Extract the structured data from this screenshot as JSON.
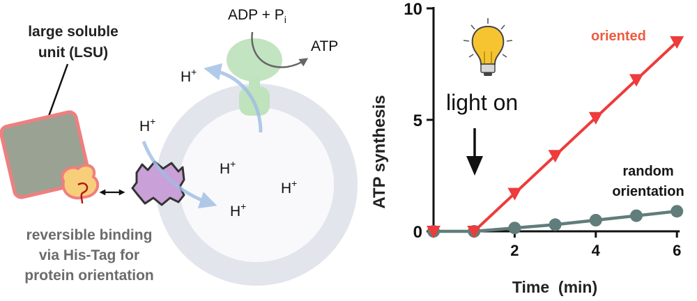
{
  "diagram": {
    "lsu_label": [
      "large soluble",
      "unit (LSU)"
    ],
    "binding_caption": [
      "reversible binding",
      "via His-Tag for",
      "protein orientation"
    ],
    "reaction_reactants": "ADP + P",
    "reaction_subscript": "i",
    "reaction_product": "ATP",
    "proton": "H",
    "proton_charge": "+",
    "light_label": "light on"
  },
  "colors": {
    "lsu_fill": "#9aa293",
    "lsu_border": "#ef7f7f",
    "anchor_fill": "#f7cf7a",
    "membrane_protein": "#c9a0d8",
    "atp_synthase": "#bfe3bd",
    "vesicle_ring": "#e2e5ec",
    "proton_arrow": "#9fbde4",
    "oriented_series": "#ee3b3b",
    "random_series": "#607d7b",
    "bulb": "#f7c431"
  },
  "chart_data": {
    "type": "line",
    "title": "",
    "xlabel": "Time  (min)",
    "ylabel": "ATP synthesis",
    "xlim": [
      -0.1,
      6.3
    ],
    "ylim": [
      0,
      10
    ],
    "x_ticks": [
      2,
      4,
      6
    ],
    "y_ticks": [
      0,
      5,
      10
    ],
    "grid": false,
    "series": [
      {
        "name": "oriented",
        "marker": "triangle-down",
        "points": [
          [
            0,
            0
          ],
          [
            1,
            0
          ],
          [
            2,
            1.7
          ],
          [
            3,
            3.4
          ],
          [
            4,
            5.1
          ],
          [
            5,
            6.8
          ],
          [
            6,
            8.5
          ]
        ]
      },
      {
        "name": "random orientation",
        "name_lines": [
          "random",
          "orientation"
        ],
        "marker": "circle",
        "points": [
          [
            0,
            0
          ],
          [
            1,
            0
          ],
          [
            2,
            0.15
          ],
          [
            3,
            0.3
          ],
          [
            4,
            0.5
          ],
          [
            5,
            0.7
          ],
          [
            6,
            0.9
          ]
        ]
      }
    ]
  }
}
